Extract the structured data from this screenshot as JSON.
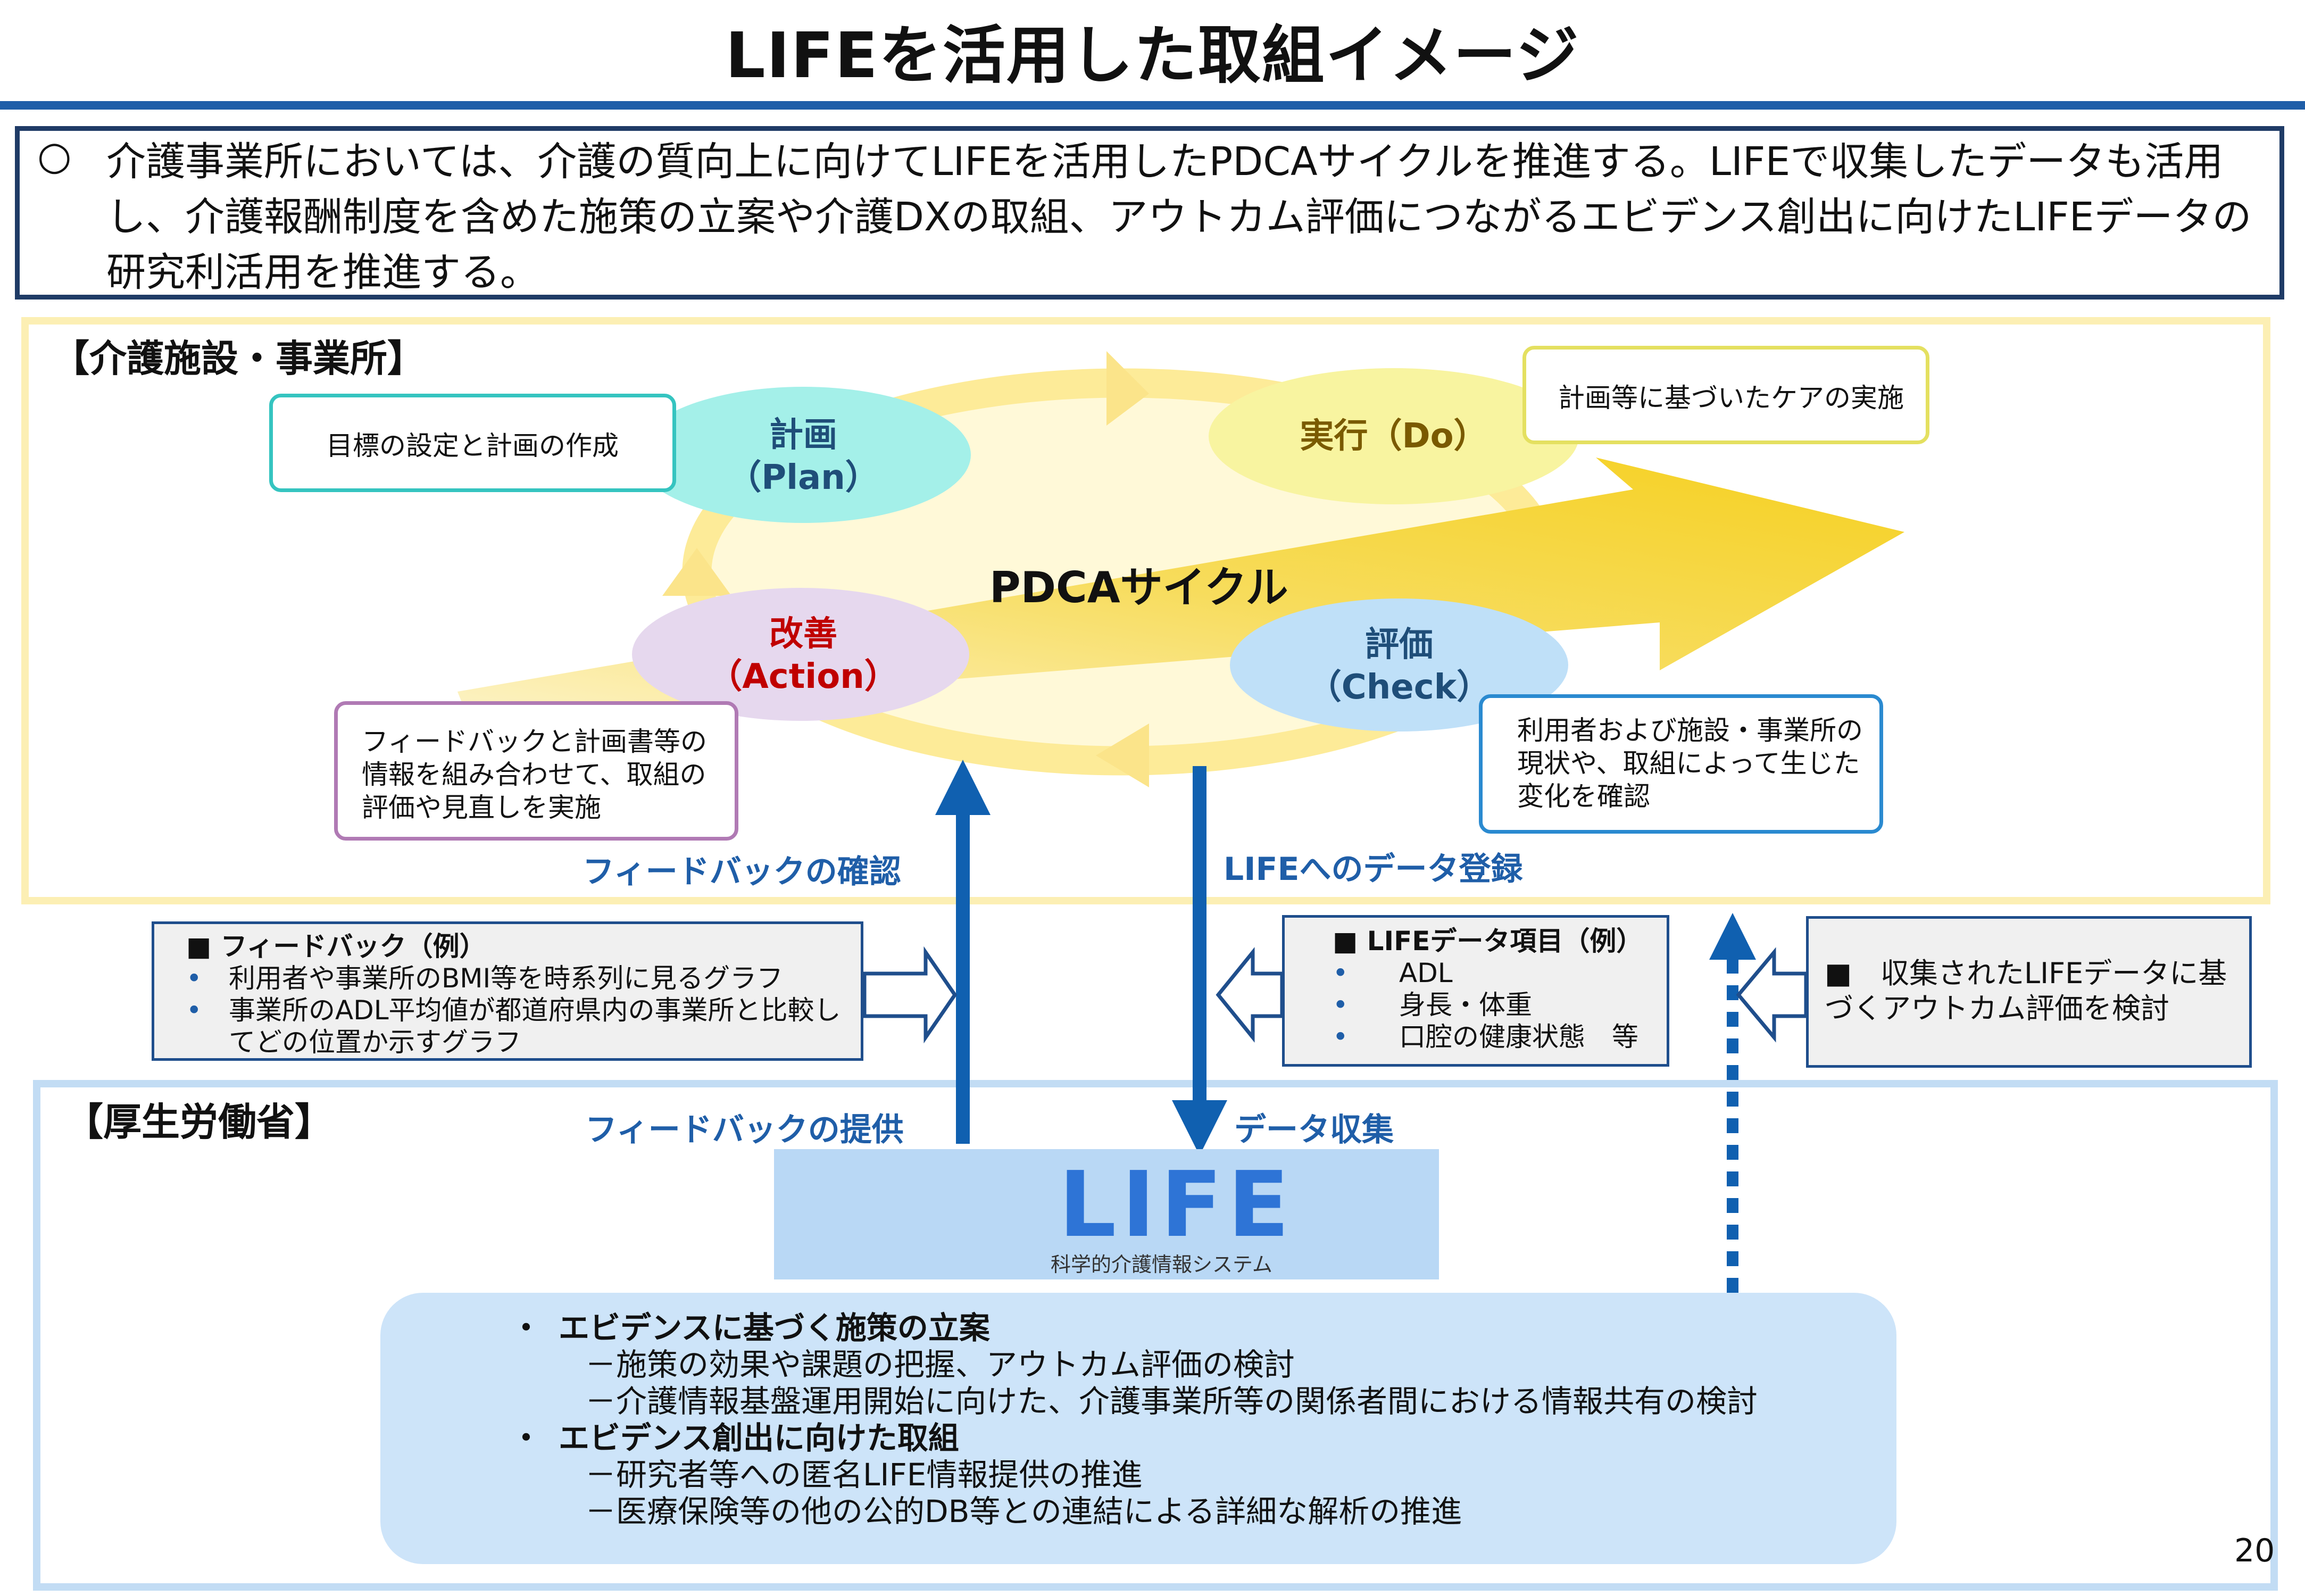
{
  "title": "LIFEを活用した取組イメージ",
  "summary": {
    "marker": "○",
    "text": "介護事業所においては、介護の質向上に向けてLIFEを活用したPDCAサイクルを推進する。LIFEで収集したデータも活用し、介護報酬制度を含めた施策の立案や介護DXの取組、アウトカム評価につながるエビデンス創出に向けたLIFEデータの研究利活用を推進する。"
  },
  "facility": {
    "label": "【介護施設・事業所】",
    "cycle_label": "PDCAサイクル",
    "plan": {
      "name": "計画",
      "en": "（Plan）",
      "callout": "目標の設定と計画の作成",
      "color": "#a4f0e9"
    },
    "do": {
      "name": "実行（Do）",
      "callout": "計画等に基づいたケアの実施",
      "color": "#f8f4a0"
    },
    "check": {
      "name": "評価",
      "en": "（Check）",
      "callout": "利用者および施設・事業所の現状や、取組によって生じた変化を確認",
      "color": "#bfe0f8"
    },
    "action": {
      "name": "改善",
      "en": "（Action）",
      "callout": "フィードバックと計画書等の情報を組み合わせて、取組の評価や見直しを実施",
      "color": "#e6d8ee"
    }
  },
  "flows": {
    "feedback_check": "フィードバックの確認",
    "data_register": "LIFEへのデータ登録",
    "feedback_provide": "フィードバックの提供",
    "data_collect": "データ収集"
  },
  "feedback_box": {
    "header": "■ フィードバック（例）",
    "items": [
      "利用者や事業所のBMI等を時系列に見るグラフ",
      "事業所のADL平均値が都道府県内の事業所と比較してどの位置か示すグラフ"
    ]
  },
  "data_items_box": {
    "header": "■ LIFEデータ項目（例）",
    "items": [
      "ADL",
      "身長・体重",
      "口腔の健康状態　等"
    ]
  },
  "outcome_box": {
    "text": "■　収集されたLIFEデータに基づくアウトカム評価を検討"
  },
  "mhlw": {
    "label": "【厚生労働省】",
    "life_logo": "LIFE",
    "life_subtitle": "科学的介護情報システム",
    "evidence": [
      {
        "bullet": "・",
        "heading": "エビデンスに基づく施策の立案",
        "subs": [
          "－施策の効果や課題の把握、アウトカム評価の検討",
          "－介護情報基盤運用開始に向けた、介護事業所等の関係者間における情報共有の検討"
        ]
      },
      {
        "bullet": "・",
        "heading": "エビデンス創出に向けた取組",
        "subs": [
          "－研究者等への匿名LIFE情報提供の推進",
          "－医療保険等の他の公的DB等との連結による詳細な解析の推進"
        ]
      }
    ]
  },
  "page_number": "20",
  "colors": {
    "accent": "#1f5ea8",
    "action_text": "#c00000",
    "check_text": "#1f4e79"
  }
}
